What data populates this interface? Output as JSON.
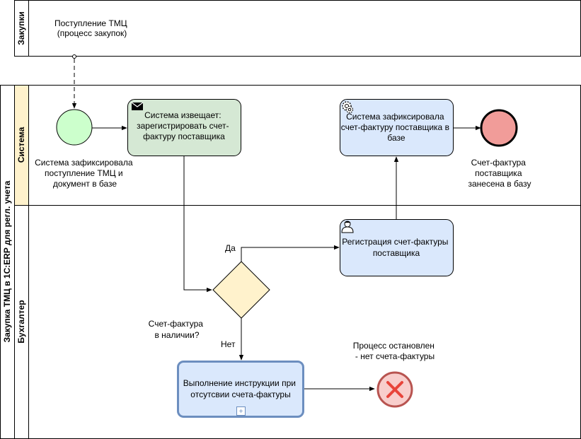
{
  "pool_top": {
    "lane_title": "Закупки",
    "start_note": [
      "Поступление ТМЦ",
      "(процесс закупок)"
    ]
  },
  "pool_main": {
    "pool_title": "Закупка ТМЦ в 1С:ERP для регл. учета",
    "lane_system": "Система",
    "lane_accountant": "Бухгалтер"
  },
  "start_event": {
    "label": [
      "Система зафиксировала",
      "поступление ТМЦ и",
      "документ в базе"
    ]
  },
  "task_notify": {
    "lines": [
      "Система извещает:",
      "зарегистрировать счет-",
      "фактуру поставщика"
    ],
    "icon": "envelope-icon"
  },
  "task_system_recorded": {
    "lines": [
      "Система зафиксировала",
      "счет-фактуру поставщика в",
      "базе"
    ],
    "icon": "gear-icon"
  },
  "end_event_ok": {
    "label": [
      "Счет-фактура",
      "поставщика",
      "занесена в базу"
    ]
  },
  "task_register": {
    "lines": [
      "Регистрация счет-фактуры",
      "поставщика"
    ],
    "icon": "user-icon"
  },
  "gateway": {
    "label": [
      "Счет-фактура",
      "в наличии?"
    ],
    "yes": "Да",
    "no": "Нет"
  },
  "subprocess": {
    "lines": [
      "Выполнение инструкции при",
      "отсутсвии счета-фактуры"
    ],
    "marker": "+"
  },
  "end_event_error": {
    "label": [
      "Процесс остановлен",
      "- нет счета-фактуры"
    ]
  },
  "colors": {
    "lane_header": "#fff2cc",
    "start_fill": "#ccffcc",
    "end_fill": "#f19c99",
    "task_green": "#d5e8d4",
    "task_blue": "#dae8fc",
    "gateway_fill": "#fff2cc",
    "error_fill": "#f8cecc",
    "error_stroke": "#b85450"
  }
}
